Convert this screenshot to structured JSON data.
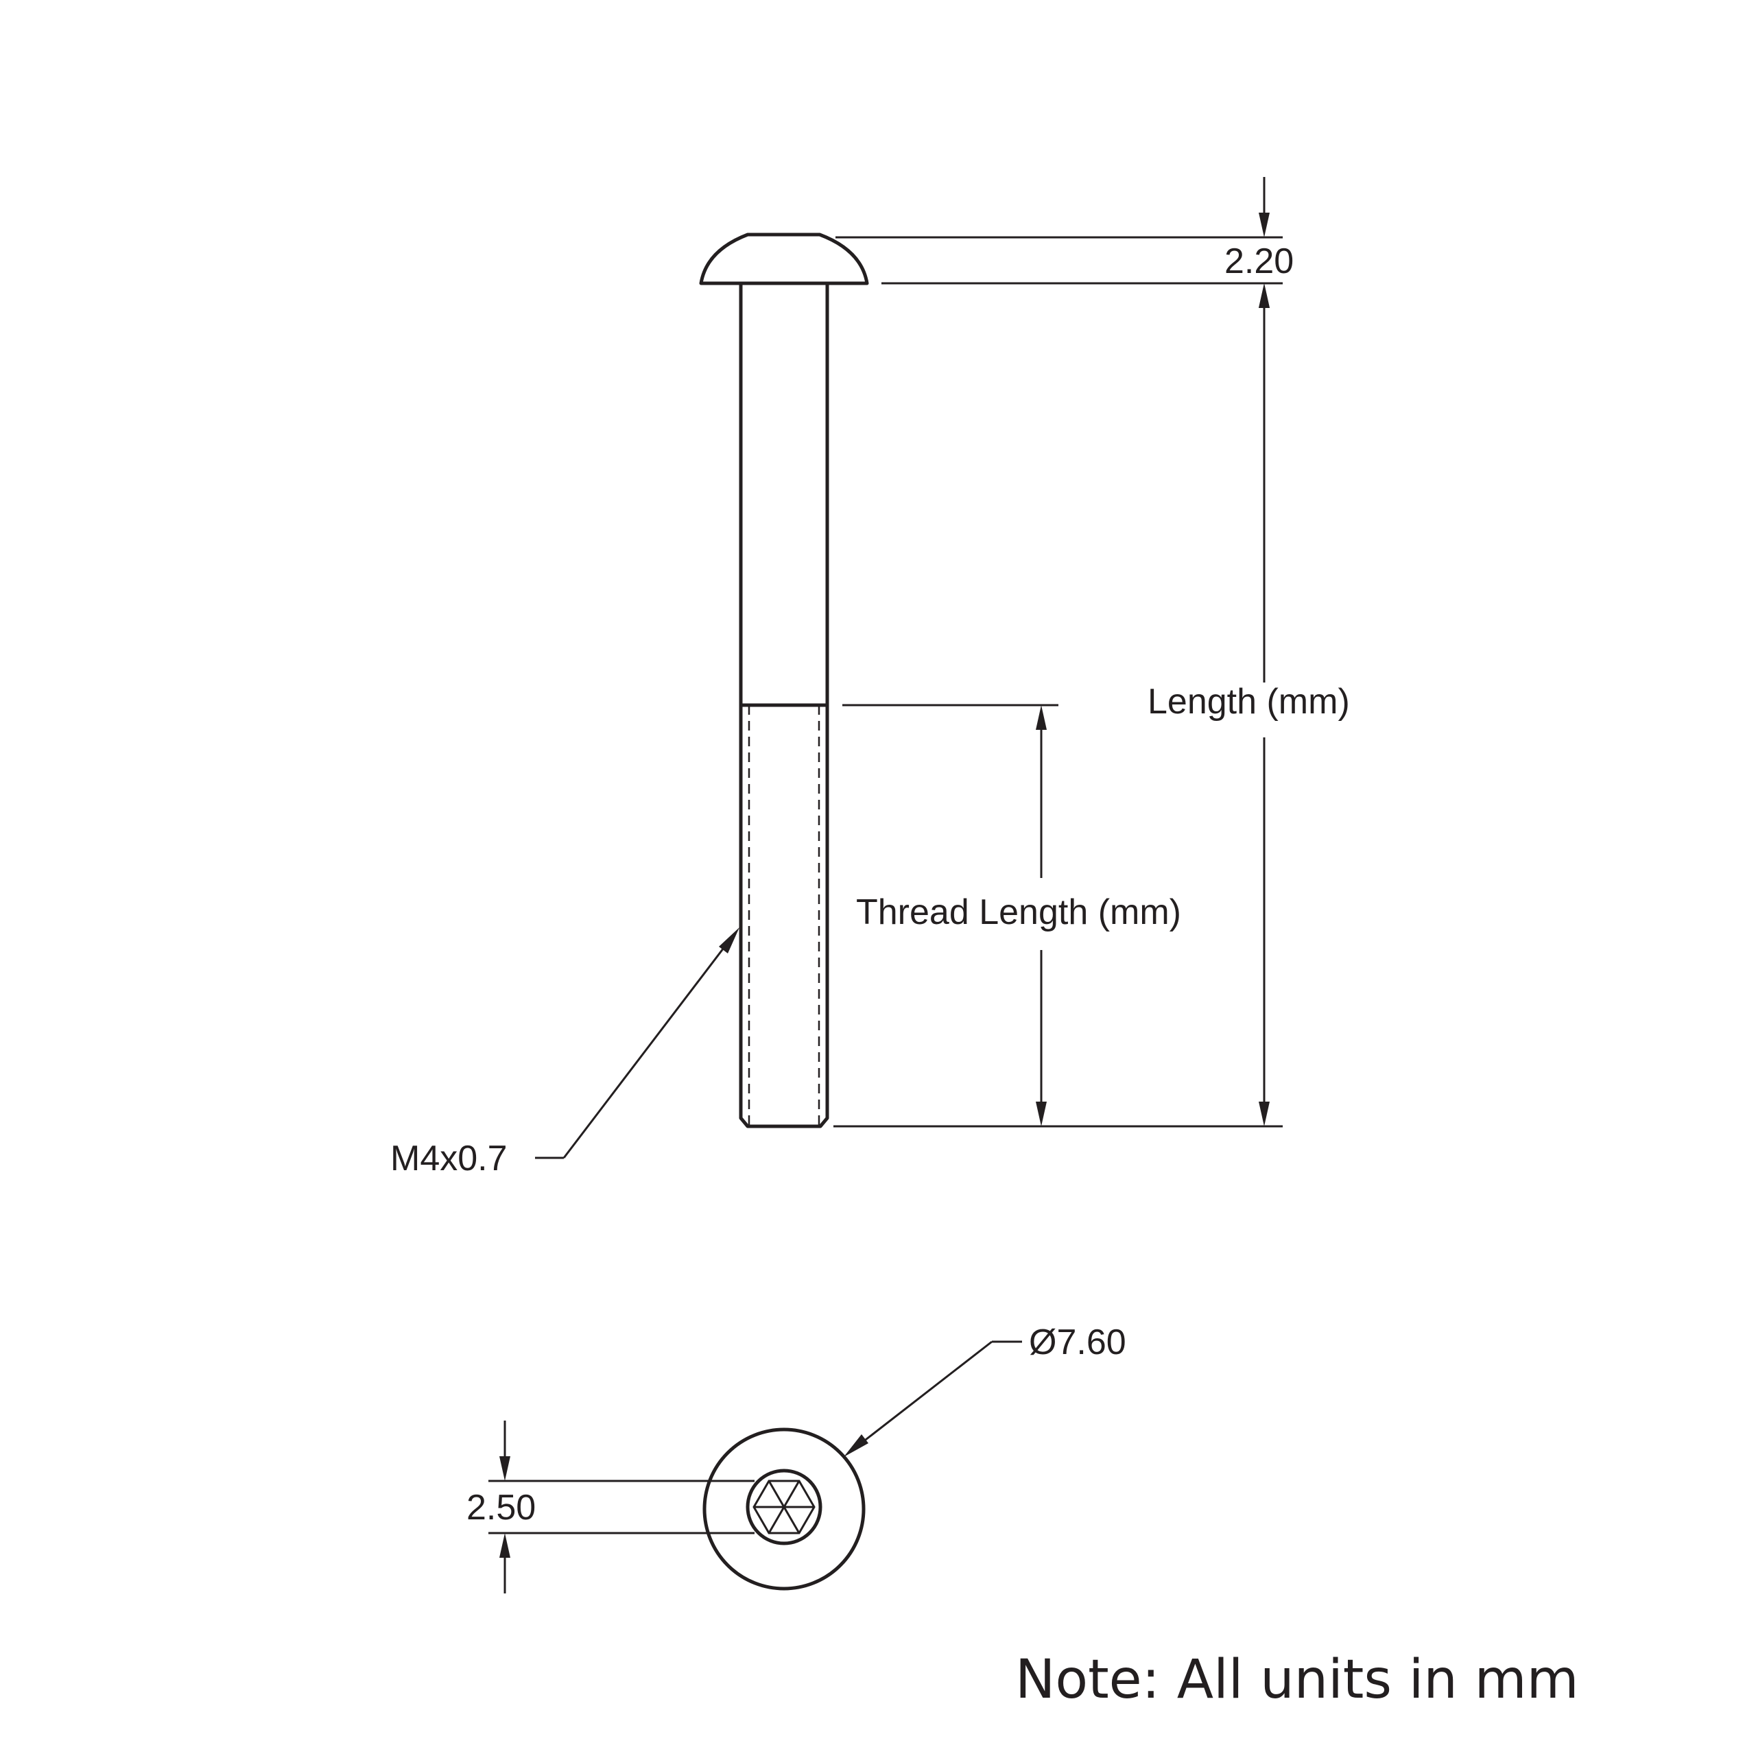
{
  "dimensions": {
    "head_height": "2.20",
    "length": "Length (mm)",
    "thread_length": "Thread Length (mm)",
    "thread_spec": "M4x0.7",
    "head_diameter": "Ø7.60",
    "hex_size": "2.50"
  },
  "note": "Note: All units in mm"
}
